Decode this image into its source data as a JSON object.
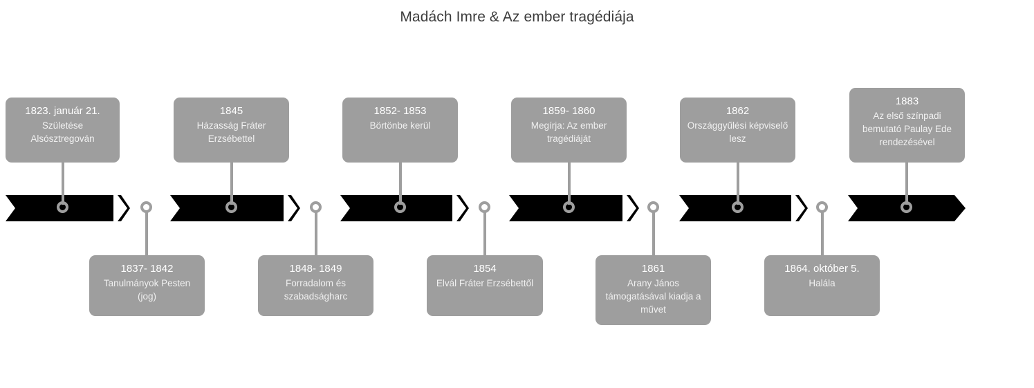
{
  "title": "Madách Imre & Az ember tragédiája",
  "theme": {
    "background": "#ffffff",
    "bar_color": "#000000",
    "card_color": "#9e9e9e",
    "card_text_color": "#ffffff",
    "marker_color": "#9e9e9e",
    "title_color": "#3c3c3c"
  },
  "timeline": {
    "events": [
      {
        "year": "1823. január 21.",
        "description": "Születése Alsósztregován",
        "position": "above"
      },
      {
        "year": "1837- 1842",
        "description": "Tanulmányok Pesten (jog)",
        "position": "below"
      },
      {
        "year": "1845",
        "description": "Házasság Fráter Erzsébettel",
        "position": "above"
      },
      {
        "year": "1848- 1849",
        "description": "Forradalom és szabadságharc",
        "position": "below"
      },
      {
        "year": "1852- 1853",
        "description": "Börtönbe kerül",
        "position": "above"
      },
      {
        "year": "1854",
        "description": "Elvál Fráter Erzsébettől",
        "position": "below"
      },
      {
        "year": "1859- 1860",
        "description": "Megírja: Az ember tragédiáját",
        "position": "above"
      },
      {
        "year": "1861",
        "description": "Arany János támogatásával kiadja a művet",
        "position": "below"
      },
      {
        "year": "1862",
        "description": "Országgyűlési képviselő lesz",
        "position": "above"
      },
      {
        "year": "1864. október 5.",
        "description": "Halála",
        "position": "below"
      },
      {
        "year": "1883",
        "description": "Az első színpadi bemutató Paulay Ede rendezésével",
        "position": "above"
      }
    ]
  }
}
